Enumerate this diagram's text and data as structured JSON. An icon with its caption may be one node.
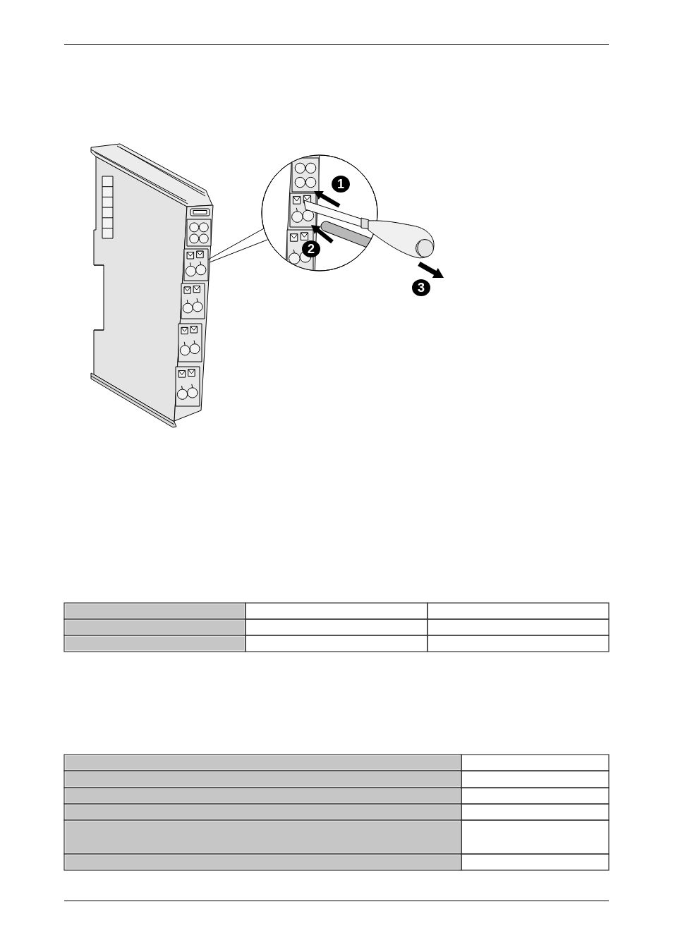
{
  "diagram": {
    "labels": [
      "1",
      "2",
      "3"
    ]
  }
}
